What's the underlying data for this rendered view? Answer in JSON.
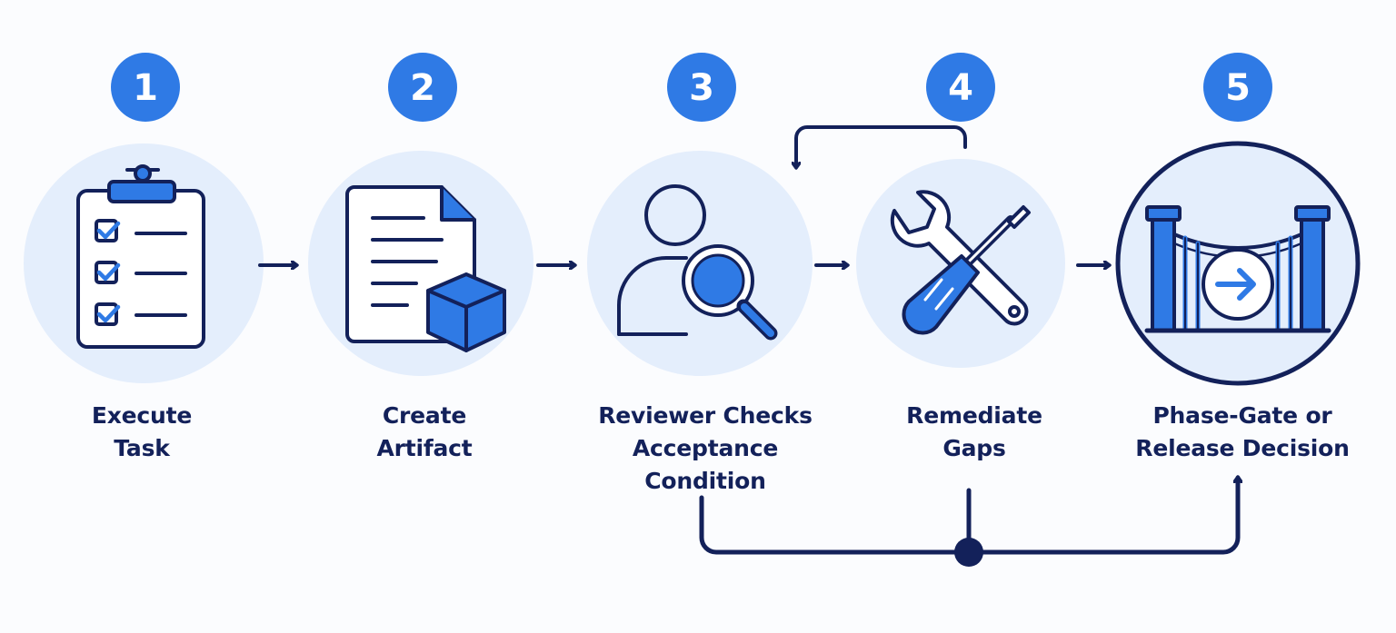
{
  "colors": {
    "navy": "#13215a",
    "blue": "#2f7ae5",
    "light_circle": "#e4eefc",
    "badge": "#2f7ae5"
  },
  "steps": [
    {
      "number": "1",
      "icon": "clipboard-checklist-icon",
      "label_lines": [
        "Execute",
        "Task"
      ]
    },
    {
      "number": "2",
      "icon": "document-cube-icon",
      "label_lines": [
        "Create",
        "Artifact"
      ]
    },
    {
      "number": "3",
      "icon": "reviewer-magnifier-icon",
      "label_lines": [
        "Reviewer Checks",
        "Acceptance",
        "Condition"
      ]
    },
    {
      "number": "4",
      "icon": "wrench-screwdriver-icon",
      "label_lines": [
        "Remediate",
        "Gaps"
      ]
    },
    {
      "number": "5",
      "icon": "gate-arrow-icon",
      "label_lines": [
        "Phase-Gate or",
        "Release Decision"
      ]
    }
  ]
}
